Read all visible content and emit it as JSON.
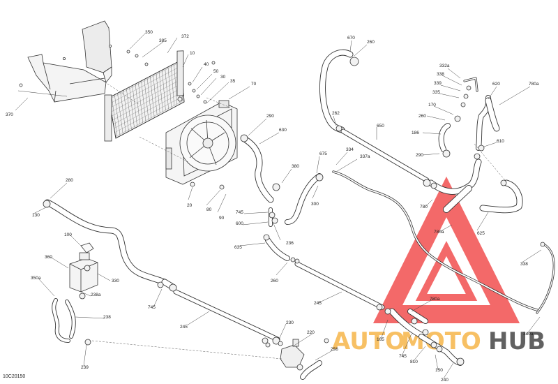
{
  "diagram": {
    "code": "10C20150",
    "labels": [
      {
        "id": "350",
        "text": "350"
      },
      {
        "id": "372",
        "text": "372"
      },
      {
        "id": "385",
        "text": "385"
      },
      {
        "id": "10",
        "text": "10"
      },
      {
        "id": "40",
        "text": "40"
      },
      {
        "id": "50",
        "text": "50"
      },
      {
        "id": "30",
        "text": "30"
      },
      {
        "id": "35",
        "text": "35"
      },
      {
        "id": "70",
        "text": "70"
      },
      {
        "id": "370",
        "text": "370"
      },
      {
        "id": "290a",
        "text": "290"
      },
      {
        "id": "630",
        "text": "630"
      },
      {
        "id": "675",
        "text": "675"
      },
      {
        "id": "380",
        "text": "380"
      },
      {
        "id": "300",
        "text": "300"
      },
      {
        "id": "20",
        "text": "20"
      },
      {
        "id": "80",
        "text": "80"
      },
      {
        "id": "90",
        "text": "90"
      },
      {
        "id": "745a",
        "text": "745"
      },
      {
        "id": "600",
        "text": "600"
      },
      {
        "id": "236",
        "text": "236"
      },
      {
        "id": "635",
        "text": "635"
      },
      {
        "id": "260a",
        "text": "260"
      },
      {
        "id": "670",
        "text": "670"
      },
      {
        "id": "260b",
        "text": "260"
      },
      {
        "id": "262",
        "text": "262"
      },
      {
        "id": "650",
        "text": "650"
      },
      {
        "id": "334",
        "text": "334"
      },
      {
        "id": "337a",
        "text": "337a"
      },
      {
        "id": "332a",
        "text": "332a"
      },
      {
        "id": "338a",
        "text": "338"
      },
      {
        "id": "339",
        "text": "339"
      },
      {
        "id": "335",
        "text": "335"
      },
      {
        "id": "620",
        "text": "620"
      },
      {
        "id": "780a",
        "text": "780a"
      },
      {
        "id": "170",
        "text": "170"
      },
      {
        "id": "260c",
        "text": "260"
      },
      {
        "id": "186",
        "text": "186"
      },
      {
        "id": "290b",
        "text": "290"
      },
      {
        "id": "610",
        "text": "610"
      },
      {
        "id": "780",
        "text": "780"
      },
      {
        "id": "780a2",
        "text": "780a"
      },
      {
        "id": "625",
        "text": "625"
      },
      {
        "id": "338b",
        "text": "338"
      },
      {
        "id": "280",
        "text": "280"
      },
      {
        "id": "130",
        "text": "130"
      },
      {
        "id": "100",
        "text": "100"
      },
      {
        "id": "360",
        "text": "360"
      },
      {
        "id": "330",
        "text": "330"
      },
      {
        "id": "350a",
        "text": "350a"
      },
      {
        "id": "238a",
        "text": "238a"
      },
      {
        "id": "238",
        "text": "238"
      },
      {
        "id": "745b",
        "text": "745"
      },
      {
        "id": "245a",
        "text": "245"
      },
      {
        "id": "245b",
        "text": "245"
      },
      {
        "id": "780a3",
        "text": "780a"
      },
      {
        "id": "230",
        "text": "230"
      },
      {
        "id": "220",
        "text": "220"
      },
      {
        "id": "256",
        "text": "256"
      },
      {
        "id": "165",
        "text": "165"
      },
      {
        "id": "745c",
        "text": "745"
      },
      {
        "id": "810",
        "text": "810"
      },
      {
        "id": "150",
        "text": "150"
      },
      {
        "id": "240",
        "text": "240"
      },
      {
        "id": "239",
        "text": "239"
      },
      {
        "id": "340a",
        "text": "340a"
      }
    ]
  },
  "watermark": {
    "text_a": "AUTO",
    "text_b": "MOTO",
    "text_c": "HUB",
    "color_triangle": "#ee2a2a",
    "color_orange": "#f5a623",
    "color_dark": "#1f1f1f"
  }
}
